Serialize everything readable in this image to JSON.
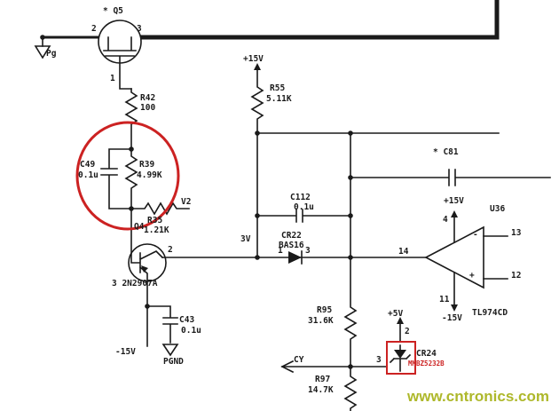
{
  "colors": {
    "background": "#ffffff",
    "wire": "#1a1a1a",
    "annotation": "#cc2222",
    "watermark": "#aeb82b"
  },
  "watermark": {
    "text": "www.cntronics.com"
  },
  "labels": {
    "q5_ref": "* Q5",
    "q5_pin2": "2",
    "q5_pin3": "3",
    "q5_pin1": "1",
    "pg": "Pg",
    "r42_ref": "R42",
    "r42_val": "100",
    "c49_ref": "C49",
    "c49_val": "0.1u",
    "r39_ref": "R39",
    "r39_val": "4.99K",
    "r35_ref": "R35",
    "r35_val": "1.21K",
    "v2": "V2",
    "q4_ref": "Q4",
    "q4_pin2": "2",
    "q4_part": "3 2N2907A",
    "c43_ref": "C43",
    "c43_val": "0.1u",
    "neg15_left": "-15V",
    "pgnd": "PGND",
    "p15_mid": "+15V",
    "r55_ref": "R55",
    "r55_val": "5.11K",
    "c112_ref": "C112",
    "c112_val": "0.1u",
    "v3": "3V",
    "cr22_ref": "CR22",
    "cr22_part": "BAS16",
    "cr22_pin1": "1",
    "cr22_pin3": "3",
    "pin14": "14",
    "c81_ref": "* C81",
    "u36_ref": "U36",
    "u36_part": "TL974CD",
    "pin4": "4",
    "p15_op": "+15V",
    "pin11": "11",
    "n15_op": "-15V",
    "pin13": "13",
    "pin12": "12",
    "op_minus": "-",
    "op_plus": "+",
    "r95_ref": "R95",
    "r95_val": "31.6K",
    "r97_ref": "R97",
    "r97_val": "14.7K",
    "cy": "CY",
    "p5": "+5V",
    "cr24_pin2": "2",
    "cr24_pin3": "3",
    "cr24_ref": "CR24",
    "cr24_part": "MMBZ5232B"
  }
}
